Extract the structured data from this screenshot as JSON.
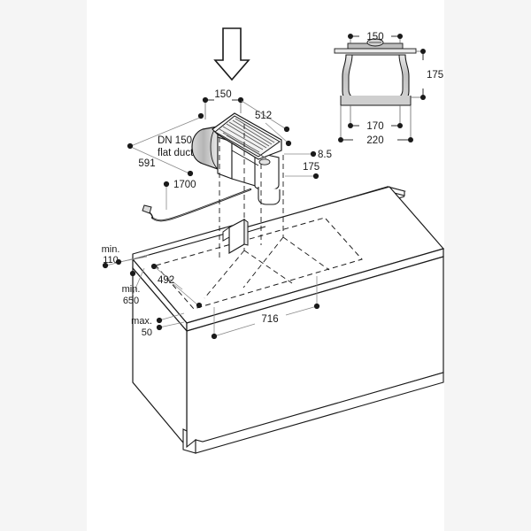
{
  "figure": {
    "kind": "technical-installation-drawing",
    "background_color": "#ffffff",
    "side_band_color": "#f5f5f5",
    "line_color": "#1a1a1a",
    "fill_gray": "#c9c9c9",
    "fill_light_gray": "#e4e4e4"
  },
  "detail_view": {
    "name": "duct-outlet-cross-section",
    "dimensions": {
      "top_width": "150",
      "height": "175",
      "inner_bottom_width": "170",
      "outer_bottom_width": "220"
    }
  },
  "motor_unit": {
    "name": "extractor-motor-unit",
    "dimensions": {
      "duct_width": "150",
      "unit_length": "512",
      "duct_run": "591",
      "cable_length": "1700",
      "plate_thickness": "8.5",
      "unit_height": "175"
    },
    "duct_label_line1": "DN 150",
    "duct_label_line2": "flat duct"
  },
  "cabinet_view": {
    "name": "worktop-cabinet-assembly",
    "dimensions": {
      "rear_clearance_prefix": "min.",
      "rear_clearance_value": "110",
      "worktop_height_prefix": "min.",
      "worktop_height_value": "650",
      "worktop_thickness_prefix": "max.",
      "worktop_thickness_value": "50",
      "cutout_depth": "492",
      "cutout_width": "716"
    }
  },
  "annotations": {
    "insert_arrow": "downward-insertion-arrow"
  }
}
